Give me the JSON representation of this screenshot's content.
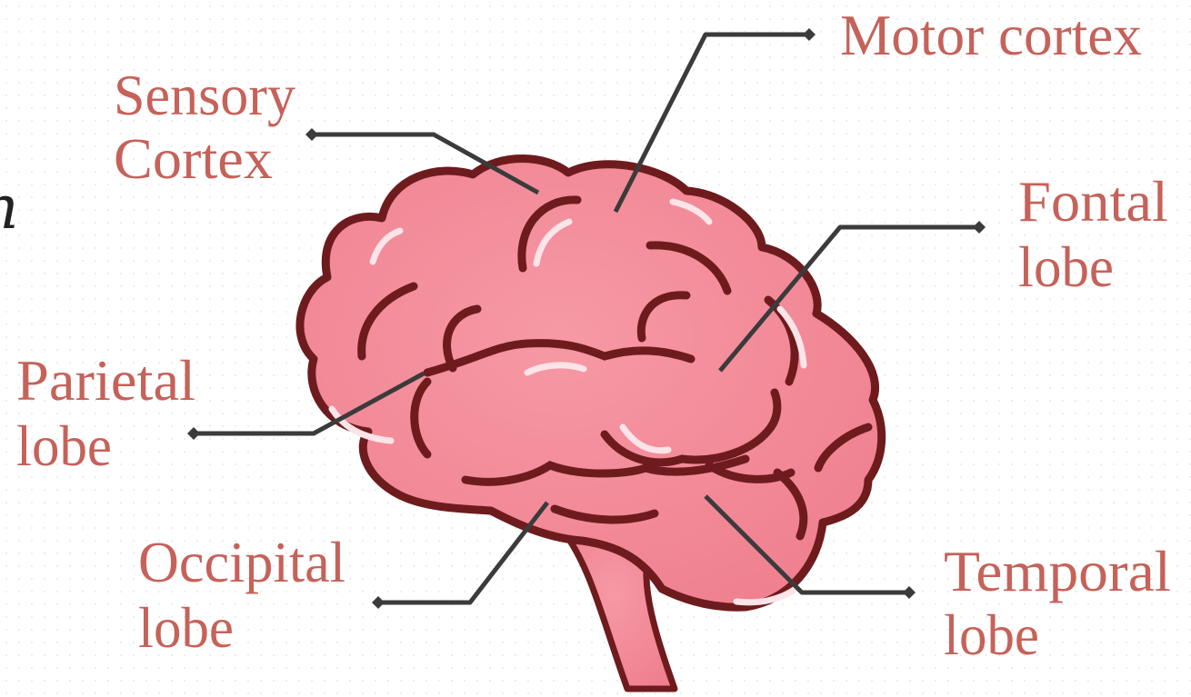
{
  "edge_text": "n",
  "labels": {
    "motor_cortex": "Motor cortex",
    "sensory_cortex": [
      "Sensory",
      "Cortex"
    ],
    "frontal_lobe": [
      "Fontal",
      "lobe"
    ],
    "parietal_lobe": [
      "Parietal",
      "lobe"
    ],
    "occipital_lobe": [
      "Occipital",
      "lobe"
    ],
    "temporal_lobe": [
      "Temporal",
      "lobe"
    ]
  },
  "colors": {
    "label": "#c5625a",
    "leader": "#3b3b3b",
    "brain_fill": "#f48b98",
    "brain_outline": "#6e1b1e",
    "highlight": "#fde4e8"
  }
}
